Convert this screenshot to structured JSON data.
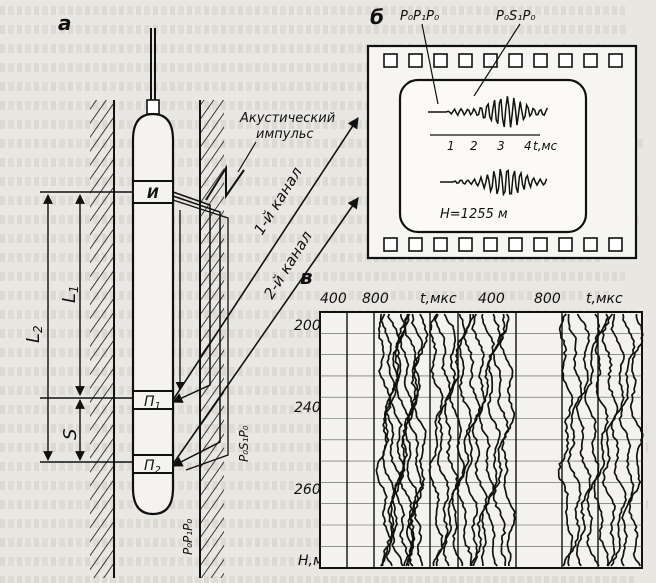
{
  "panels": {
    "a": "а",
    "b": "б",
    "c": "в"
  },
  "probe": {
    "source_label": "И",
    "receiver1_label": "П",
    "receiver1_sub": "1",
    "receiver2_label": "П",
    "receiver2_sub": "2",
    "dist_L1": "L",
    "dist_L1_sub": "1",
    "dist_L2": "L",
    "dist_L2_sub": "2",
    "dist_S": "S",
    "path1_label": "P₀S₁P₀",
    "path2_label": "P₀P₁P₀"
  },
  "annotations": {
    "pulse_line1": "Акустический",
    "pulse_line2": "импульс",
    "channel1": "1-й канал",
    "channel2": "2-й канал"
  },
  "film": {
    "wave_label_p": "P₀P₁P₀",
    "wave_label_s": "P₀S₁P₀",
    "ticks": [
      "1",
      "2",
      "3",
      "4"
    ],
    "tick_unit": "t,мс",
    "depth": "H=1255 м"
  },
  "log_chart": {
    "x_ticks_left": [
      "400",
      "800"
    ],
    "x_unit_left": "t,мкс",
    "x_ticks_right": [
      "400",
      "800"
    ],
    "x_unit_right": "t,мкс",
    "y_ticks": [
      "200",
      "240",
      "260"
    ],
    "y_unit": "H,м"
  }
}
